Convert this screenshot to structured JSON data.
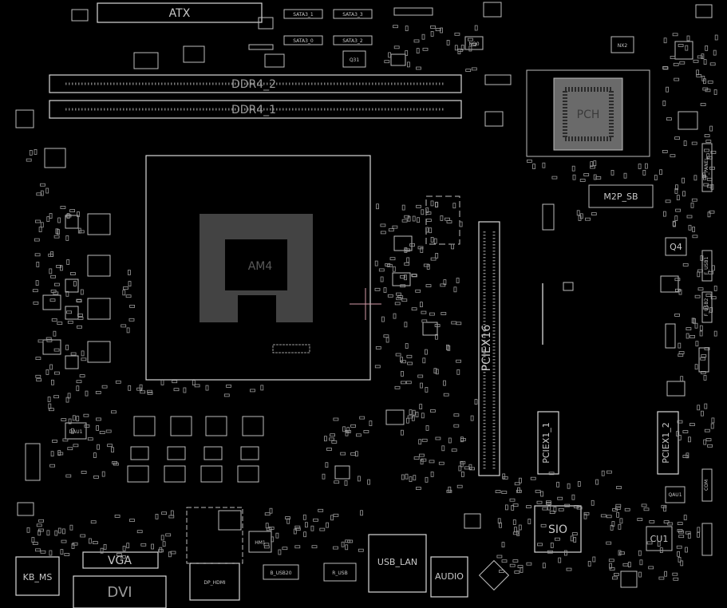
{
  "labels": {
    "atx": "ATX",
    "ddr4_2": "DDR4_2",
    "ddr4_1": "DDR4_1",
    "sata3_1": "SATA3_1",
    "sata3_3": "SATA3_3",
    "sata3_0": "SATA3_0",
    "sata3_2": "SATA3_2",
    "q31": "Q31",
    "nx2": "NX2",
    "nq0": "NQ0",
    "m2p_sb": "M2P_SB",
    "q4": "Q4",
    "pciex16": "PCIEX16",
    "pciex1_1": "PCIEX1_1",
    "pciex1_2": "PCIEX1_2",
    "sio": "SIO",
    "cu1": "CU1",
    "vga": "VGA",
    "dvi": "DVI",
    "kb_ms": "KB_MS",
    "usb_lan": "USB_LAN",
    "audio": "AUDIO",
    "hm1": "HM1",
    "dp_hdmi": "DP_HDMI",
    "f_panel": "F_PANEL",
    "f_usb1": "F_USB1",
    "f_usb2": "F_USB2",
    "com": "COM",
    "dau1": "DAU1",
    "qau1": "QAU1",
    "b_usb20": "B_USB20",
    "r_usb": "R_USB",
    "cpu": "AM4",
    "pch": "PCH"
  }
}
